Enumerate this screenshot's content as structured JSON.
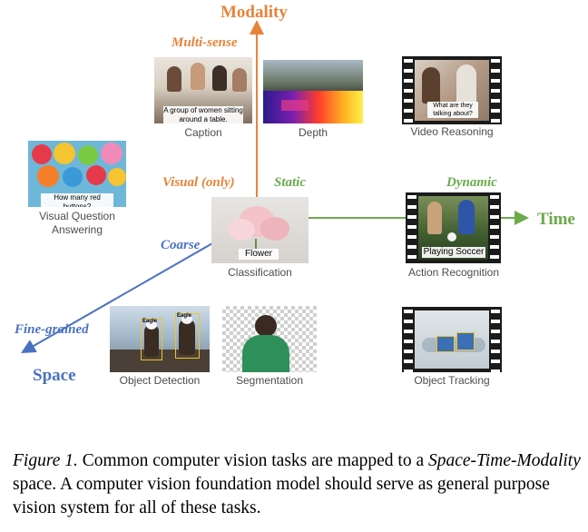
{
  "axes": {
    "modality": {
      "title": "Modality",
      "color": "#e8833a"
    },
    "time": {
      "title": "Time",
      "color": "#6aab4b"
    },
    "space": {
      "title": "Space",
      "color": "#4a72c0"
    }
  },
  "tags": {
    "multi_sense": "Multi-sense",
    "visual_only": "Visual (only)",
    "static": "Static",
    "dynamic": "Dynamic",
    "coarse": "Coarse",
    "fine_grained": "Fine-grained"
  },
  "tasks": {
    "caption": {
      "label": "Caption",
      "overlay": "A group of women sitting around a table."
    },
    "depth": {
      "label": "Depth"
    },
    "video_reasoning": {
      "label": "Video Reasoning",
      "overlay": "What are they talking about?"
    },
    "vqa": {
      "label_line1": "Visual Question",
      "label_line2": "Answering",
      "overlay": "How many red buttons?"
    },
    "classification": {
      "label": "Classification",
      "overlay": "Flower"
    },
    "action_recognition": {
      "label": "Action Recognition",
      "overlay": "Playing Soccer"
    },
    "object_detection": {
      "label": "Object Detection",
      "box_label_1": "Eagle",
      "box_label_2": "Eagle"
    },
    "segmentation": {
      "label": "Segmentation"
    },
    "object_tracking": {
      "label": "Object Tracking"
    }
  },
  "figure_caption": {
    "figure_ref": "Figure 1.",
    "text_1": " Common computer vision tasks are mapped to a ",
    "emph": "Space-Time-Modality",
    "text_2": " space. A computer vision foundation model should serve as general purpose vision system for all of these tasks."
  }
}
